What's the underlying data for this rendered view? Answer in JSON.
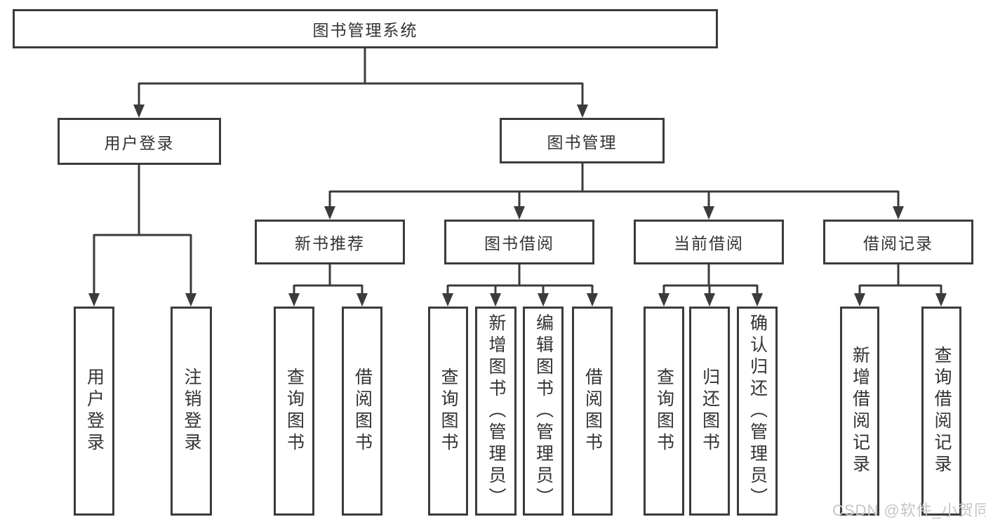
{
  "diagram": {
    "root": {
      "label": "图书管理系统"
    },
    "level2": {
      "user_login": {
        "label": "用户登录"
      },
      "book_management": {
        "label": "图书管理"
      }
    },
    "level3": {
      "new_book_recommend": {
        "label": "新书推荐"
      },
      "book_borrow": {
        "label": "图书借阅"
      },
      "current_borrow": {
        "label": "当前借阅"
      },
      "borrow_records": {
        "label": "借阅记录"
      }
    },
    "leaves": {
      "user_login": [
        "用户登录",
        "注销登录"
      ],
      "new_book_recommend": [
        "查询图书",
        "借阅图书"
      ],
      "book_borrow": [
        "查询图书",
        "新增图书（管理员）",
        "编辑图书（管理员）",
        "借阅图书"
      ],
      "current_borrow": [
        "查询图书",
        "归还图书",
        "确认归还（管理员）"
      ],
      "borrow_records": [
        "新增借阅记录",
        "查询借阅记录"
      ]
    },
    "watermark": "CSDN @软件_小贺同学",
    "colors": {
      "line": "#3b3b3b",
      "text": "#333333",
      "watermark": "#c6c6c6",
      "background": "#ffffff"
    }
  }
}
